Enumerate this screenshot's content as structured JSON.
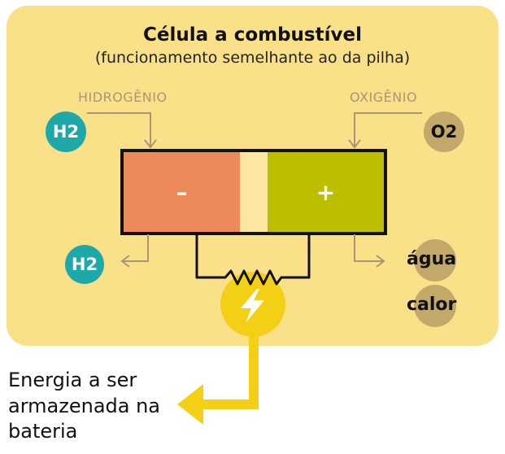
{
  "title": "Célula a combustível",
  "subtitle": "(funcionamento semelhante ao da pilha)",
  "inputs": {
    "hydrogen_label": "HIDROGÊNIO",
    "oxygen_label": "OXIGÊNIO",
    "hydrogen_badge": "H2",
    "oxygen_badge": "O2"
  },
  "cell": {
    "negative": "–",
    "positive": "+"
  },
  "outputs": {
    "hydrogen_badge": "H2",
    "water": "água",
    "heat": "calor"
  },
  "energy_text": "Energia a ser armazenada na bateria",
  "colors": {
    "panel": "#fbe08a",
    "anode": "#ec8a5c",
    "cathode": "#bcbf00",
    "electrolyte": "#fde7a0",
    "hydrogen": "#1fa8a8",
    "oxygen": "#c2a96a",
    "energy": "#f3cf16",
    "arrows": "#a89772"
  },
  "icons": {
    "energy": "lightning-bolt-icon",
    "resistor": "resistor-zigzag-icon"
  }
}
